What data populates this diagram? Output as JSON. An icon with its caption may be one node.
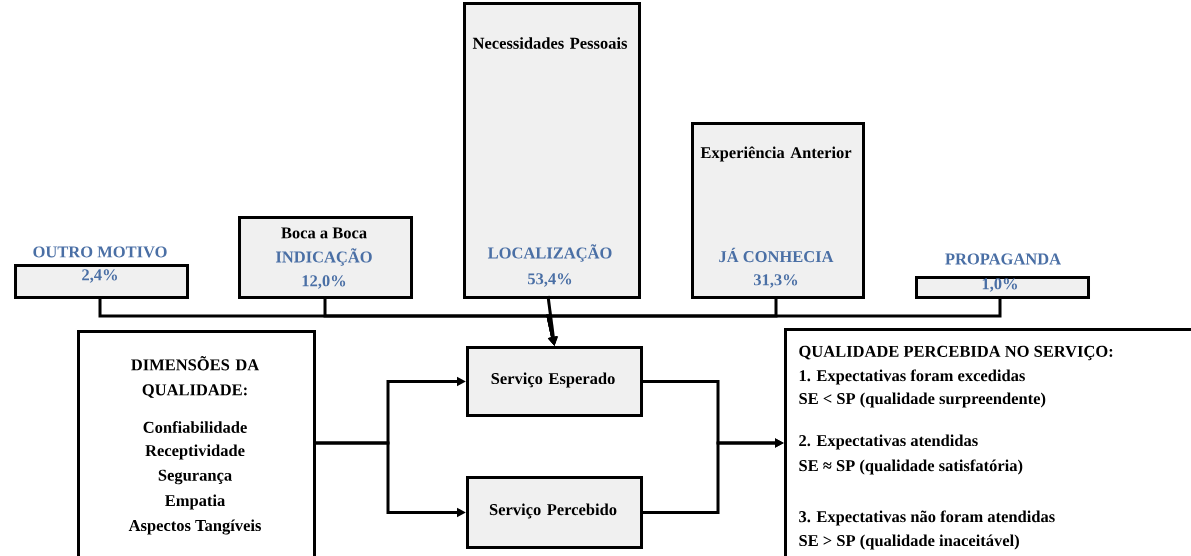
{
  "diagram": {
    "nodes": [
      {
        "text": [
          "OUTRO MOTIVO",
          "2,4%"
        ]
      },
      {
        "text": [
          "Boca a Boca",
          "INDICAÇÃO",
          "12,0%"
        ]
      },
      {
        "text": [
          "Necessidades Pessoais",
          "LOCALIZAÇÃO",
          "53,4%"
        ]
      },
      {
        "text": [
          "Experiência Anterior",
          "JÁ CONHECIA",
          "31,3%"
        ]
      },
      {
        "text": [
          "PROPAGANDA",
          "1,0%"
        ]
      },
      {
        "text": [
          "DIMENSÕES DA QUALIDADE:",
          "Confiabilidade",
          "Receptividade",
          "Segurança",
          "Empatia",
          "Aspectos Tangíveis"
        ]
      },
      {
        "text": [
          "Serviço Esperado"
        ]
      },
      {
        "text": [
          "Serviço Percebido"
        ]
      },
      {
        "text": [
          "QUALIDADE PERCEBIDA NO SERVIÇO:",
          "1.   Expectativas foram excedidas",
          "SE < SP (qualidade surpreendente)",
          "2. Expectativas atendidas",
          "SE ≈ SP (qualidade satisfatória)",
          "3. Expectativas não foram atendidas",
          "SE > SP (qualidade inaceitável)"
        ]
      }
    ],
    "edges": [
      {
        "from": 0,
        "to": 6,
        "arrow": "to"
      },
      {
        "from": 1,
        "to": 6,
        "arrow": "to"
      },
      {
        "from": 2,
        "to": 6,
        "arrow": "to"
      },
      {
        "from": 3,
        "to": 6,
        "arrow": "to"
      },
      {
        "from": 4,
        "to": 6,
        "arrow": "to"
      },
      {
        "from": 5,
        "to": 6,
        "arrow": "to"
      },
      {
        "from": 5,
        "to": 7,
        "arrow": "to"
      },
      {
        "from": 6,
        "to": 8,
        "arrow": "to"
      },
      {
        "from": 7,
        "to": 8,
        "arrow": "to"
      }
    ]
  }
}
